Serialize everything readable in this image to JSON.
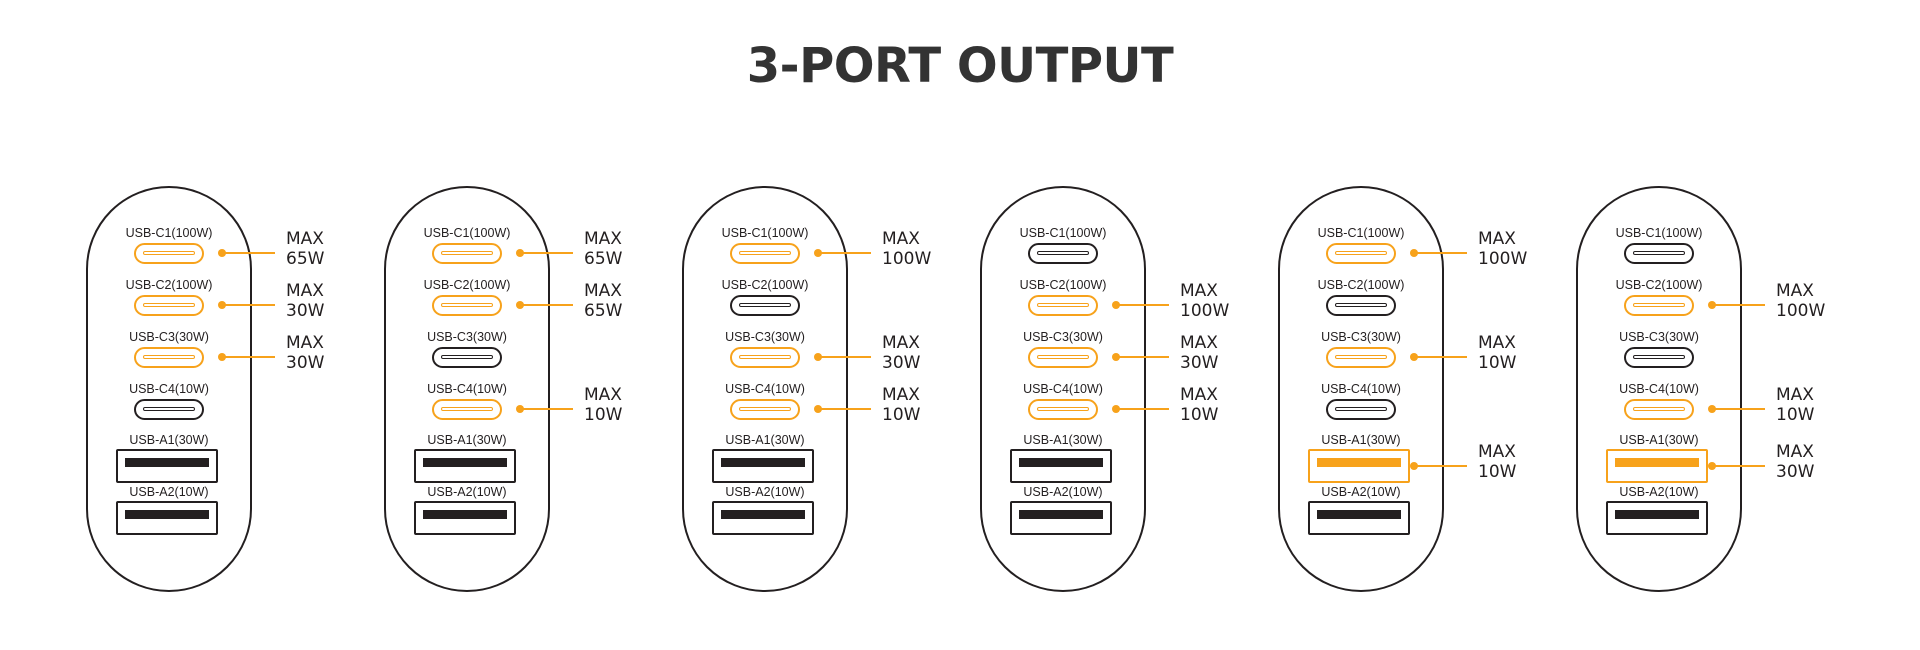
{
  "title": "3-PORT OUTPUT",
  "colors": {
    "active": "#f7a21b",
    "outline": "#231f20",
    "title": "#333333"
  },
  "max_prefix": "MAX",
  "configs": [
    {
      "ports": [
        {
          "label": "USB-C1(100W)",
          "type": "c",
          "active": true,
          "watt": "65W"
        },
        {
          "label": "USB-C2(100W)",
          "type": "c",
          "active": true,
          "watt": "30W"
        },
        {
          "label": "USB-C3(30W)",
          "type": "c",
          "active": true,
          "watt": "30W"
        },
        {
          "label": "USB-C4(10W)",
          "type": "c",
          "active": false,
          "watt": ""
        },
        {
          "label": "USB-A1(30W)",
          "type": "a",
          "active": false,
          "watt": ""
        },
        {
          "label": "USB-A2(10W)",
          "type": "a",
          "active": false,
          "watt": ""
        }
      ]
    },
    {
      "ports": [
        {
          "label": "USB-C1(100W)",
          "type": "c",
          "active": true,
          "watt": "65W"
        },
        {
          "label": "USB-C2(100W)",
          "type": "c",
          "active": true,
          "watt": "65W"
        },
        {
          "label": "USB-C3(30W)",
          "type": "c",
          "active": false,
          "watt": ""
        },
        {
          "label": "USB-C4(10W)",
          "type": "c",
          "active": true,
          "watt": "10W"
        },
        {
          "label": "USB-A1(30W)",
          "type": "a",
          "active": false,
          "watt": ""
        },
        {
          "label": "USB-A2(10W)",
          "type": "a",
          "active": false,
          "watt": ""
        }
      ]
    },
    {
      "ports": [
        {
          "label": "USB-C1(100W)",
          "type": "c",
          "active": true,
          "watt": "100W"
        },
        {
          "label": "USB-C2(100W)",
          "type": "c",
          "active": false,
          "watt": ""
        },
        {
          "label": "USB-C3(30W)",
          "type": "c",
          "active": true,
          "watt": "30W"
        },
        {
          "label": "USB-C4(10W)",
          "type": "c",
          "active": true,
          "watt": "10W"
        },
        {
          "label": "USB-A1(30W)",
          "type": "a",
          "active": false,
          "watt": ""
        },
        {
          "label": "USB-A2(10W)",
          "type": "a",
          "active": false,
          "watt": ""
        }
      ]
    },
    {
      "ports": [
        {
          "label": "USB-C1(100W)",
          "type": "c",
          "active": false,
          "watt": ""
        },
        {
          "label": "USB-C2(100W)",
          "type": "c",
          "active": true,
          "watt": "100W"
        },
        {
          "label": "USB-C3(30W)",
          "type": "c",
          "active": true,
          "watt": "30W"
        },
        {
          "label": "USB-C4(10W)",
          "type": "c",
          "active": true,
          "watt": "10W"
        },
        {
          "label": "USB-A1(30W)",
          "type": "a",
          "active": false,
          "watt": ""
        },
        {
          "label": "USB-A2(10W)",
          "type": "a",
          "active": false,
          "watt": ""
        }
      ]
    },
    {
      "ports": [
        {
          "label": "USB-C1(100W)",
          "type": "c",
          "active": true,
          "watt": "100W"
        },
        {
          "label": "USB-C2(100W)",
          "type": "c",
          "active": false,
          "watt": ""
        },
        {
          "label": "USB-C3(30W)",
          "type": "c",
          "active": true,
          "watt": "10W"
        },
        {
          "label": "USB-C4(10W)",
          "type": "c",
          "active": false,
          "watt": ""
        },
        {
          "label": "USB-A1(30W)",
          "type": "a",
          "active": true,
          "watt": "10W"
        },
        {
          "label": "USB-A2(10W)",
          "type": "a",
          "active": false,
          "watt": ""
        }
      ]
    },
    {
      "ports": [
        {
          "label": "USB-C1(100W)",
          "type": "c",
          "active": false,
          "watt": ""
        },
        {
          "label": "USB-C2(100W)",
          "type": "c",
          "active": true,
          "watt": "100W"
        },
        {
          "label": "USB-C3(30W)",
          "type": "c",
          "active": false,
          "watt": ""
        },
        {
          "label": "USB-C4(10W)",
          "type": "c",
          "active": true,
          "watt": "10W"
        },
        {
          "label": "USB-A1(30W)",
          "type": "a",
          "active": true,
          "watt": "30W"
        },
        {
          "label": "USB-A2(10W)",
          "type": "a",
          "active": false,
          "watt": ""
        }
      ]
    }
  ]
}
